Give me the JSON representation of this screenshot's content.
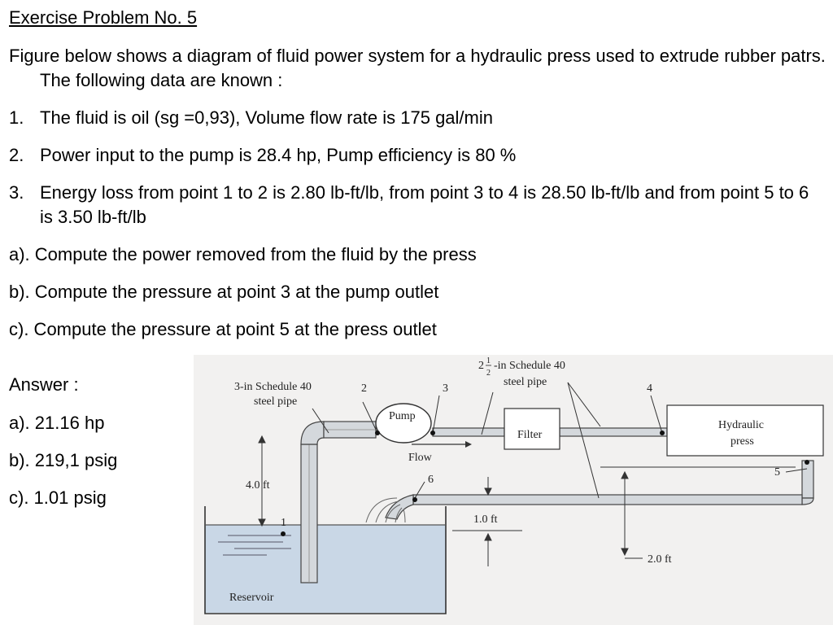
{
  "header": {
    "title": "Exercise Problem No. 5",
    "intro": "Figure below shows a diagram of fluid power system for a hydraulic press used to extrude rubber patrs. The following data are known :"
  },
  "data_items": [
    {
      "num": "1.",
      "text": "The fluid is oil (sg =0,93), Volume flow rate is 175 gal/min"
    },
    {
      "num": "2.",
      "text": "Power input to the pump is 28.4 hp, Pump efficiency is 80 %"
    },
    {
      "num": "3.",
      "text": "Energy loss from point 1 to 2 is 2.80 lb-ft/lb, from point 3 to 4 is 28.50 lb-ft/lb and from point 5 to 6 is 3.50 lb-ft/lb"
    }
  ],
  "questions": [
    "a). Compute the power removed from the fluid by the press",
    "b). Compute the pressure at point 3 at the pump outlet",
    "c). Compute the pressure at point 5 at the press outlet"
  ],
  "answer": {
    "heading": "Answer :",
    "items": [
      "a). 21.16 hp",
      "b). 219,1 psig",
      "c). 1.01 psig"
    ]
  },
  "figure": {
    "pipe_3in_line1": "3-in Schedule 40",
    "pipe_3in_line2": "steel pipe",
    "pipe_25_whole": "2",
    "pipe_25_num": "1",
    "pipe_25_den": "2",
    "pipe_25_line1": "-in Schedule 40",
    "pipe_25_line2": "steel pipe",
    "point_1": "1",
    "point_2": "2",
    "point_3": "3",
    "point_4": "4",
    "point_5": "5",
    "point_6": "6",
    "pump": "Pump",
    "filter": "Filter",
    "press_line1": "Hydraulic",
    "press_line2": "press",
    "flow": "Flow",
    "dim_4ft": "4.0 ft",
    "dim_1ft": "1.0 ft",
    "dim_2ft": "2.0 ft",
    "reservoir": "Reservoir"
  }
}
